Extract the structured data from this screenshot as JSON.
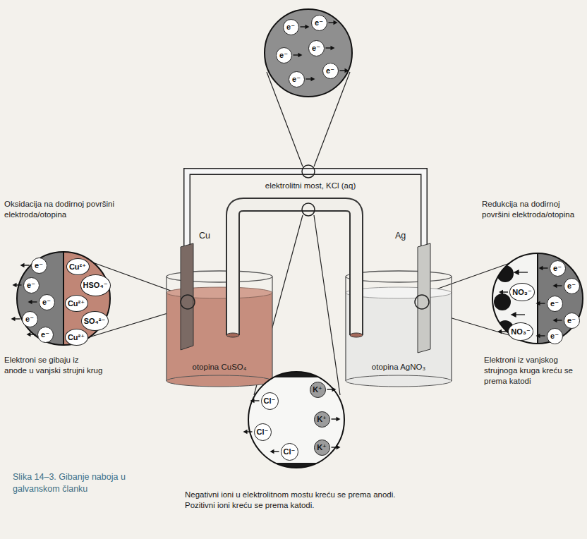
{
  "diagram": {
    "caption": "Slika 14–3. Gibanje naboja u galvanskom članku",
    "nodes": [
      {
        "text": [
          "e⁻"
        ]
      },
      {
        "text": [
          "e⁻"
        ]
      },
      {
        "text": [
          "e⁻"
        ]
      },
      {
        "text": [
          "e⁻"
        ]
      },
      {
        "text": [
          "e⁻"
        ]
      },
      {
        "text": [
          "e⁻"
        ]
      },
      {
        "text": [
          "e⁻"
        ]
      },
      {
        "text": [
          "Cu²⁺"
        ]
      },
      {
        "text": [
          "e⁻"
        ]
      },
      {
        "text": [
          "HSO₄⁻"
        ]
      },
      {
        "text": [
          "e⁻"
        ]
      },
      {
        "text": [
          "Cu²⁺"
        ]
      },
      {
        "text": [
          "e⁻"
        ]
      },
      {
        "text": [
          "SO₄²⁻"
        ]
      },
      {
        "text": [
          "e⁻"
        ]
      },
      {
        "text": [
          "Cu²⁺"
        ]
      },
      {
        "text": [
          "e⁻"
        ]
      },
      {
        "text": [
          "e⁻"
        ]
      },
      {
        "text": [
          "NO₃⁻"
        ]
      },
      {
        "text": [
          "e⁻"
        ]
      },
      {
        "text": [
          "e⁻"
        ]
      },
      {
        "text": [
          "NO₃⁻"
        ]
      },
      {
        "text": [
          "e⁻"
        ]
      },
      {
        "text": [
          "K⁺"
        ]
      },
      {
        "text": [
          "Cl⁻"
        ]
      },
      {
        "text": [
          "K⁺"
        ]
      },
      {
        "text": [
          "Cl⁻"
        ]
      },
      {
        "text": [
          "Cl⁻"
        ]
      },
      {
        "text": [
          "K⁺"
        ]
      }
    ],
    "labels": [
      "Oksidacija na dodirnoj površini elektroda/otopina",
      "elektrolitni most, KCl (aq)",
      "Redukcija na dodirnoj površini elektroda/otopina",
      "Cu",
      "Ag",
      "otopina CuSO₄",
      "otopina AgNO₃",
      "Elektroni se gibaju iz anode u vanjski strujni krug",
      "Elektroni iz vanjskog strujnoga kruga kreću se prema katodi",
      "Negativni ioni u elektrolitnom mostu kreću se prema anodi. Pozitivni ioni kreću se prema katodi."
    ]
  }
}
